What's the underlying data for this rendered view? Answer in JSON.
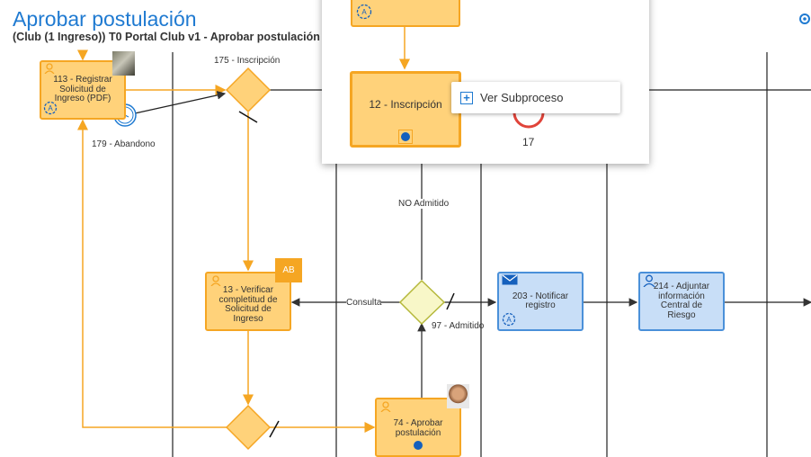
{
  "header": {
    "title": "Aprobar postulación",
    "subtitle": "(Club (1 Ingreso)) T0 Portal Club v1 - Aprobar postulación"
  },
  "tasks": {
    "t113": "113 - Registrar Solicitud de Ingreso (PDF)",
    "t13": "13 - Verificar completitud de Solicitud de Ingreso",
    "t203": "203 - Notificar registro",
    "t214": "214 - Adjuntar información Central de Riesgo",
    "t74": "74 - Aprobar postulación",
    "t12": "12 - Inscripción"
  },
  "labels": {
    "inscripcion": "175 - Inscripción",
    "abandono": "179 - Abandono",
    "no_admitido": "NO Admitido",
    "consulta": "Consulta",
    "admitido": "97 - Admitido",
    "end17": "17",
    "ab_badge": "AB"
  },
  "context_menu": {
    "ver_subproceso": "Ver Subproceso"
  },
  "colors": {
    "accent": "#1f7ad1",
    "task_orange": "#ffd27a",
    "task_blue": "#c8def7"
  }
}
